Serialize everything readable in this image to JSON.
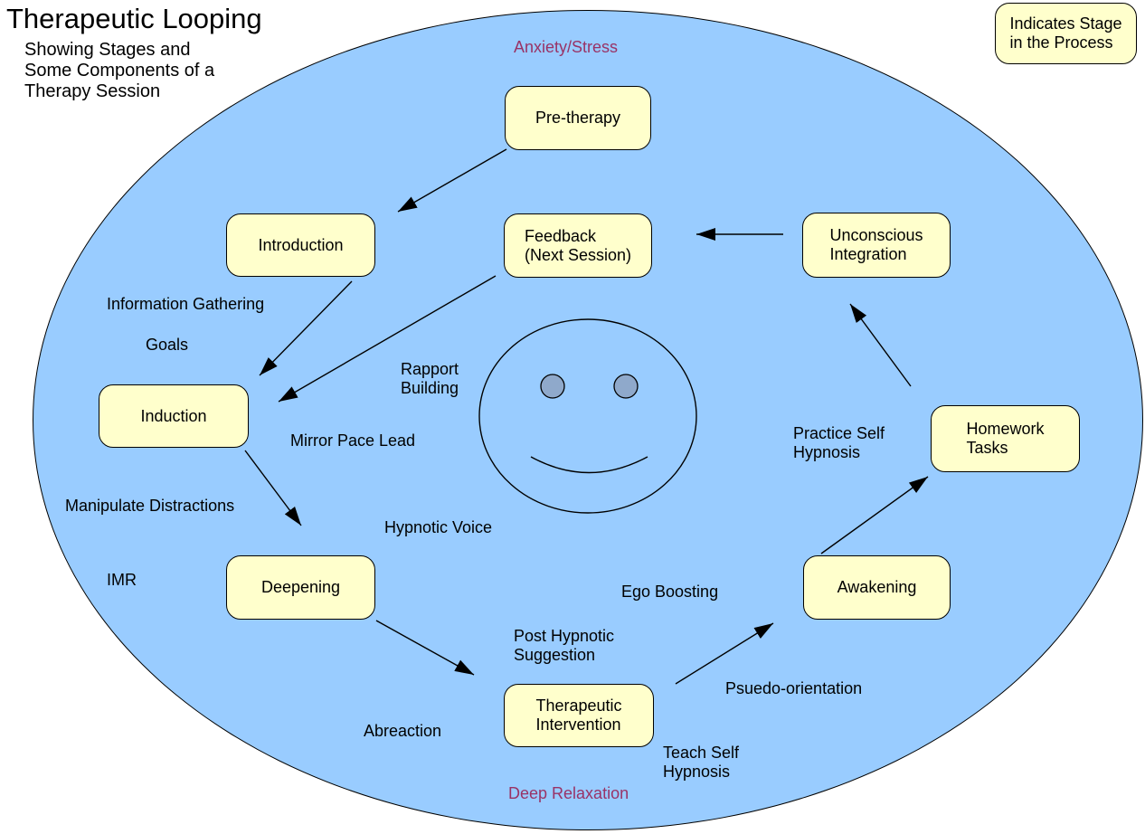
{
  "title": "Therapeutic Looping",
  "subtitle": "Showing Stages and\nSome Components of a\nTherapy Session",
  "legend": {
    "label": "Indicates Stage\nin the Process"
  },
  "zones": {
    "top": "Anxiety/Stress",
    "bottom": "Deep Relaxation"
  },
  "stages": {
    "pretherapy": "Pre-therapy",
    "introduction": "Introduction",
    "feedback": "Feedback\n(Next Session)",
    "unconscious_integration": "Unconscious\nIntegration",
    "induction": "Induction",
    "homework_tasks": "Homework\nTasks",
    "deepening": "Deepening",
    "awakening": "Awakening",
    "therapeutic_intervention": "Therapeutic\nIntervention"
  },
  "components": {
    "information_gathering": "Information Gathering",
    "goals": "Goals",
    "rapport_building": "Rapport\nBuilding",
    "mirror_pace_lead": "Mirror Pace Lead",
    "manipulate_distractions": "Manipulate Distractions",
    "hypnotic_voice": "Hypnotic Voice",
    "imr": "IMR",
    "ego_boosting": "Ego Boosting",
    "post_hypnotic_suggestion": "Post Hypnotic\nSuggestion",
    "abreaction": "Abreaction",
    "psuedo_orientation": "Psuedo-orientation",
    "teach_self_hypnosis": "Teach Self\nHypnosis",
    "practice_self_hypnosis": "Practice Self\nHypnosis"
  },
  "colors": {
    "ellipse_fill": "#99CCFF",
    "stage_fill": "#FFFFCC",
    "outline": "#000000",
    "zone_text": "#993366",
    "eye_fill": "#8FA9CB"
  }
}
